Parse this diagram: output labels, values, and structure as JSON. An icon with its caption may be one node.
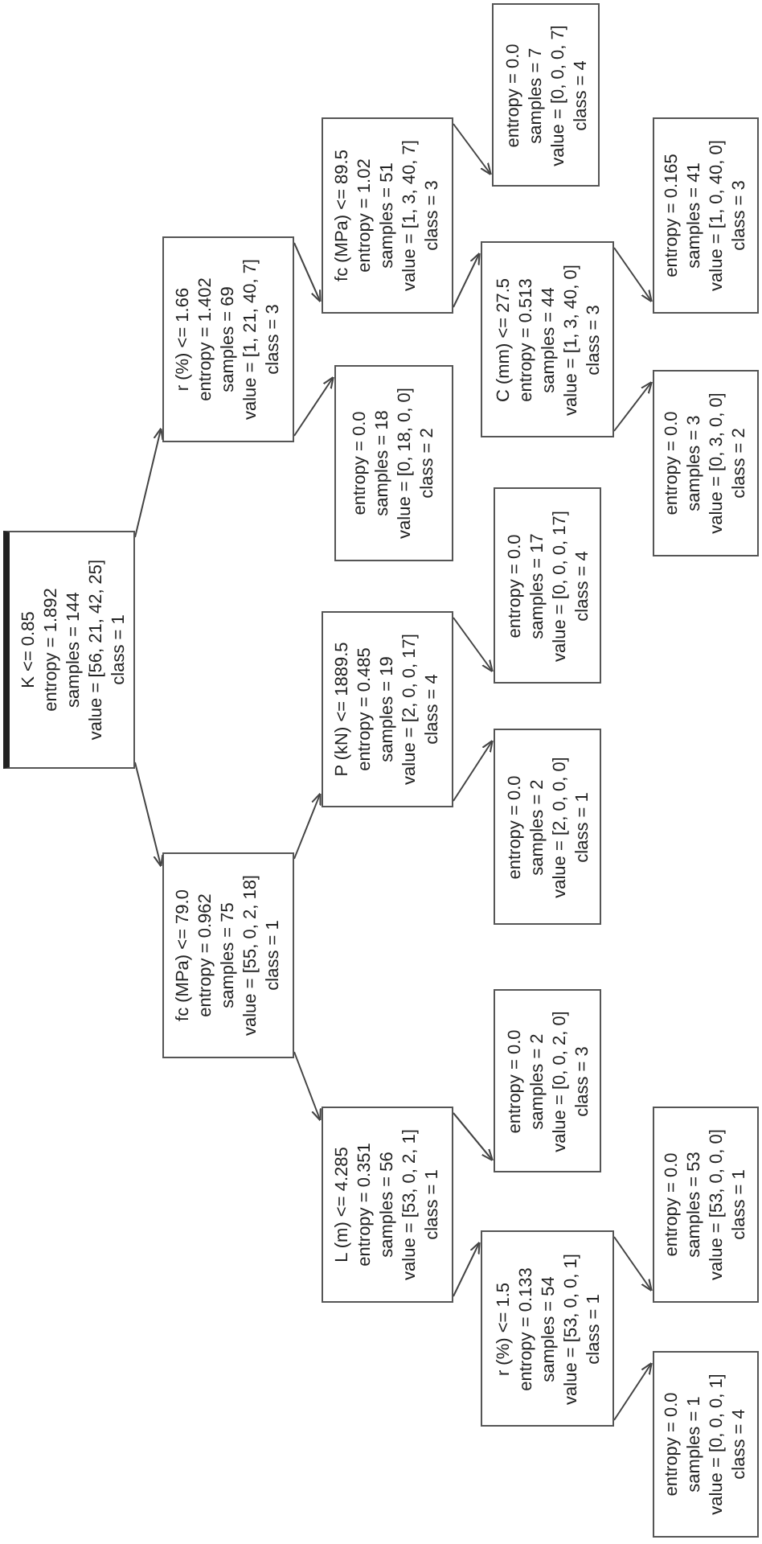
{
  "diagram": {
    "nodes": [
      {
        "text": [
          "K <= 0.85",
          "entropy = 1.892",
          "samples = 144",
          "value = [56, 21, 42, 25]",
          "class = 1"
        ]
      },
      {
        "text": [
          "r (%) <= 1.66",
          "entropy = 1.402",
          "samples = 69",
          "value = [1, 21, 40, 7]",
          "class = 3"
        ]
      },
      {
        "text": [
          "fc (MPa) <= 79.0",
          "entropy = 0.962",
          "samples = 75",
          "value = [55, 0, 2, 18]",
          "class = 1"
        ]
      },
      {
        "text": [
          "fc (MPa) <= 89.5",
          "entropy = 1.02",
          "samples = 51",
          "value = [1, 3, 40, 7]",
          "class = 3"
        ]
      },
      {
        "text": [
          "entropy = 0.0",
          "samples = 18",
          "value = [0, 18, 0, 0]",
          "class = 2"
        ]
      },
      {
        "text": [
          "P (kN) <= 1889.5",
          "entropy = 0.485",
          "samples = 19",
          "value = [2, 0, 0, 17]",
          "class = 4"
        ]
      },
      {
        "text": [
          "entropy = 0.0",
          "samples = 2",
          "value = [2, 0, 0, 0]",
          "class = 1"
        ]
      },
      {
        "text": [
          "L (m) <= 4.285",
          "entropy = 0.351",
          "samples = 56",
          "value = [53, 0, 2, 1]",
          "class = 1"
        ]
      },
      {
        "text": [
          "entropy = 0.0",
          "samples = 7",
          "value = [0, 0, 0, 7]",
          "class = 4"
        ]
      },
      {
        "text": [
          "C (mm) <= 27.5",
          "entropy = 0.513",
          "samples = 44",
          "value = [1, 3, 40, 0]",
          "class = 3"
        ]
      },
      {
        "text": [
          "entropy = 0.0",
          "samples = 17",
          "value = [0, 0, 0, 17]",
          "class = 4"
        ]
      },
      {
        "text": [
          "entropy = 0.165",
          "samples = 41",
          "value = [1, 0, 40, 0]",
          "class = 3"
        ]
      },
      {
        "text": [
          "entropy = 0.0",
          "samples = 3",
          "value = [0, 3, 0, 0]",
          "class = 2"
        ]
      },
      {
        "text": [
          "entropy = 0.0",
          "samples = 2",
          "value = [0, 0, 2, 0]",
          "class = 3"
        ]
      },
      {
        "text": [
          "r (%) <= 1.5",
          "entropy = 0.133",
          "samples = 54",
          "value = [53, 0, 0, 1]",
          "class = 1"
        ]
      },
      {
        "text": [
          "entropy = 0.0",
          "samples = 53",
          "value = [53, 0, 0, 0]",
          "class = 1"
        ]
      },
      {
        "text": [
          "entropy = 0.0",
          "samples = 1",
          "value = [0, 0, 0, 1]",
          "class = 4"
        ]
      }
    ],
    "edges": [
      {
        "from": 0,
        "to": 1,
        "arrow": "to"
      },
      {
        "from": 0,
        "to": 2,
        "arrow": "to"
      },
      {
        "from": 1,
        "to": 3,
        "arrow": "to"
      },
      {
        "from": 1,
        "to": 4,
        "arrow": "to"
      },
      {
        "from": 2,
        "to": 5,
        "arrow": "to"
      },
      {
        "from": 2,
        "to": 7,
        "arrow": "to"
      },
      {
        "from": 3,
        "to": 8,
        "arrow": "to"
      },
      {
        "from": 3,
        "to": 9,
        "arrow": "to"
      },
      {
        "from": 5,
        "to": 10,
        "arrow": "to"
      },
      {
        "from": 5,
        "to": 6,
        "arrow": "to"
      },
      {
        "from": 7,
        "to": 13,
        "arrow": "to"
      },
      {
        "from": 7,
        "to": 14,
        "arrow": "to"
      },
      {
        "from": 9,
        "to": 11,
        "arrow": "to"
      },
      {
        "from": 9,
        "to": 12,
        "arrow": "to"
      },
      {
        "from": 14,
        "to": 15,
        "arrow": "to"
      },
      {
        "from": 14,
        "to": 16,
        "arrow": "to"
      }
    ]
  }
}
